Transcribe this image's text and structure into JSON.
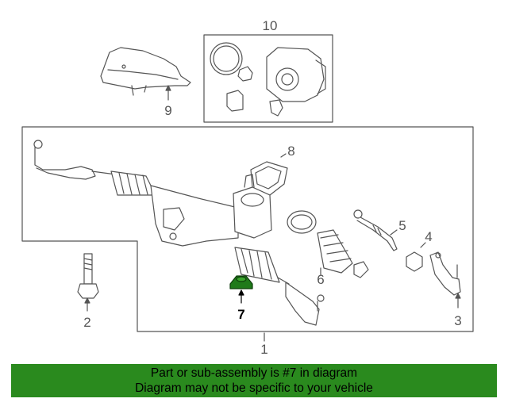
{
  "callouts": {
    "c1": "1",
    "c2": "2",
    "c3": "3",
    "c4": "4",
    "c5": "5",
    "c6": "6",
    "c7": "7",
    "c8": "8",
    "c9": "9",
    "c10": "10"
  },
  "banner": {
    "line1": "Part or sub-assembly is #7 in diagram",
    "line2": "Diagram may not be specific to your vehicle"
  },
  "colors": {
    "banner_bg": "#2a8a1e",
    "highlight_part": "#1f7a1a",
    "line": "#333333"
  },
  "icons": {
    "highlighted_part": "nut-icon"
  }
}
